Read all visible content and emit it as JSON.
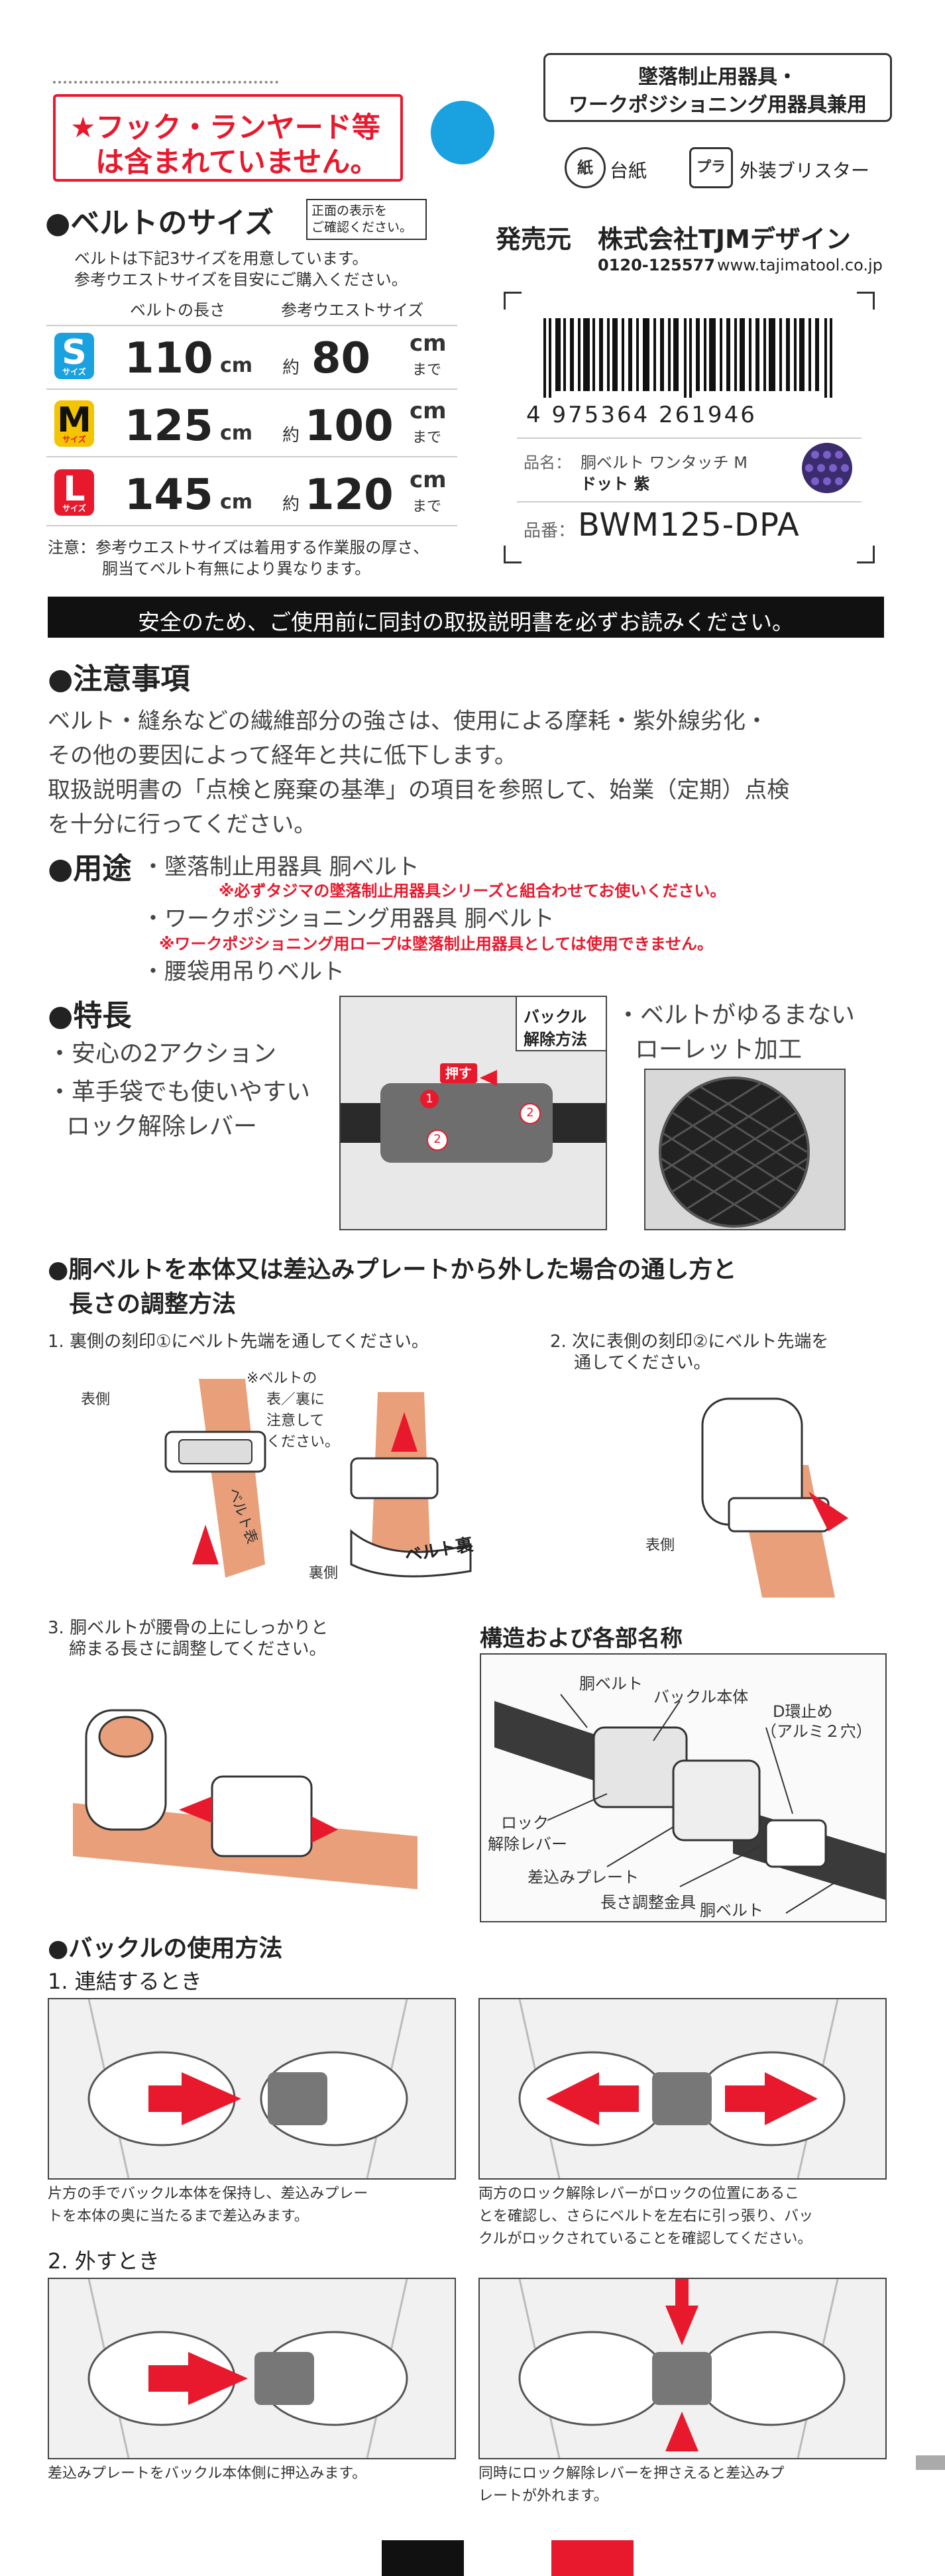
{
  "header": {
    "notice_line1": "★フック・ランヤード等",
    "notice_line2": "は含まれていません。",
    "category_line1": "墜落制止用器具・",
    "category_line2": "ワークポジショニング用器具兼用",
    "recycle_paper_label": "台紙",
    "recycle_plastic_label": "外装ブリスター",
    "recycle_paper_mark": "紙",
    "recycle_plastic_mark": "プラ"
  },
  "belt_sizes": {
    "heading": "●ベルトのサイズ",
    "note_box": "正面の表示を\nご確認ください。",
    "intro_line1": "ベルトは下記3サイズを用意しています。",
    "intro_line2": "参考ウエストサイズを目安にご購入ください。",
    "col_length": "ベルトの長さ",
    "col_waist": "参考ウエストサイズ",
    "size_sub": "サイズ",
    "approx": "約",
    "unit_cm": "cm",
    "unit_made": "まで",
    "rows": [
      {
        "letter": "S",
        "length": "110",
        "waist": "80",
        "color": "#1aa1e0"
      },
      {
        "letter": "M",
        "length": "125",
        "waist": "100",
        "color": "#f5c400"
      },
      {
        "letter": "L",
        "length": "145",
        "waist": "120",
        "color": "#e8192c"
      }
    ],
    "caution_line1": "注意：参考ウエストサイズは着用する作業服の厚さ、",
    "caution_line2": "胴当てベルト有無により異なります。"
  },
  "seller": {
    "label": "発売元",
    "name": "株式会社TJMデザイン",
    "phone": "0120-125577",
    "url": "www.tajimatool.co.jp"
  },
  "product": {
    "barcode_number": "4 975364 261946",
    "name_label": "品名：",
    "name_line1": "胴ベルト ワンタッチ M",
    "name_line2": "ドット 紫",
    "code_label": "品番：",
    "code": "BWM125-DPA"
  },
  "safety_banner": "安全のため、ご使用前に同封の取扱説明書を必ずお読みください。",
  "cautions": {
    "heading": "●注意事項",
    "line1": "ベルト・縫糸などの繊維部分の強さは、使用による摩耗・紫外線劣化・",
    "line2": "その他の要因によって経年と共に低下します。",
    "line3": "取扱説明書の「点検と廃棄の基準」の項目を参照して、始業（定期）点検",
    "line4": "を十分に行ってください。"
  },
  "usage": {
    "heading": "●用途",
    "item1": "・墜落制止用器具 胴ベルト",
    "item1_note": "※必ずタジマの墜落制止用器具シリーズと組合わせてお使いください。",
    "item2": "・ワークポジショニング用器具 胴ベルト",
    "item2_note": "※ワークポジショニング用ロープは墜落制止用器具としては使用できません。",
    "item3": "・腰袋用吊りベルト"
  },
  "features": {
    "heading": "●特長",
    "item1": "・安心の2アクション",
    "item2a": "・革手袋でも使いやすい",
    "item2b": "ロック解除レバー",
    "release_label_line1": "バックル",
    "release_label_line2": "解除方法",
    "push_label": "押す",
    "item3a": "・ベルトがゆるまない",
    "item3b": "ローレット加工"
  },
  "threading": {
    "heading_line1": "●胴ベルトを本体又は差込みプレートから外した場合の通し方と",
    "heading_line2": "長さの調整方法",
    "step1": "1. 裏側の刻印①にベルト先端を通してください。",
    "step1_front": "表側",
    "step1_note_line1": "※ベルトの",
    "step1_note_line2": "表／裏に",
    "step1_note_line3": "注意して",
    "step1_note_line4": "ください。",
    "step1_back": "裏側",
    "belt_back_label": "ベルト裏",
    "belt_front_label": "ベルト表",
    "step2_line1": "2. 次に表側の刻印②にベルト先端を",
    "step2_line2": "通してください。",
    "step2_front": "表側",
    "step3_line1": "3. 胴ベルトが腰骨の上にしっかりと",
    "step3_line2": "締まる長さに調整してください。"
  },
  "structure": {
    "heading": "構造および各部名称",
    "belt": "胴ベルト",
    "buckle": "バックル本体",
    "dring_line1": "D環止め",
    "dring_line2": "（アルミ２穴）",
    "lever_line1": "ロック",
    "lever_line2": "解除レバー",
    "plate": "差込みプレート",
    "adjuster": "長さ調整金具",
    "belt2": "胴ベルト"
  },
  "buckle_usage": {
    "heading": "●バックルの使用方法",
    "connect_heading": "1. 連結するとき",
    "connect_a_line1": "片方の手でバックル本体を保持し、差込みプレー",
    "connect_a_line2": "トを本体の奥に当たるまで差込みます。",
    "connect_b_line1": "両方のロック解除レバーがロックの位置にあるこ",
    "connect_b_line2": "とを確認し、さらにベルトを左右に引っ張り、バッ",
    "connect_b_line3": "クルがロックされていることを確認してください。",
    "remove_heading": "2. 外すとき",
    "remove_a": "差込みプレートをバックル本体側に押込みます。",
    "remove_b_line1": "同時にロック解除レバーを押さえると差込みプ",
    "remove_b_line2": "レートが外れます。"
  },
  "colors": {
    "accent_red": "#e8192c",
    "accent_blue": "#1aa1e0",
    "belt_salmon": "#e9a07a",
    "dark": "#111111"
  }
}
